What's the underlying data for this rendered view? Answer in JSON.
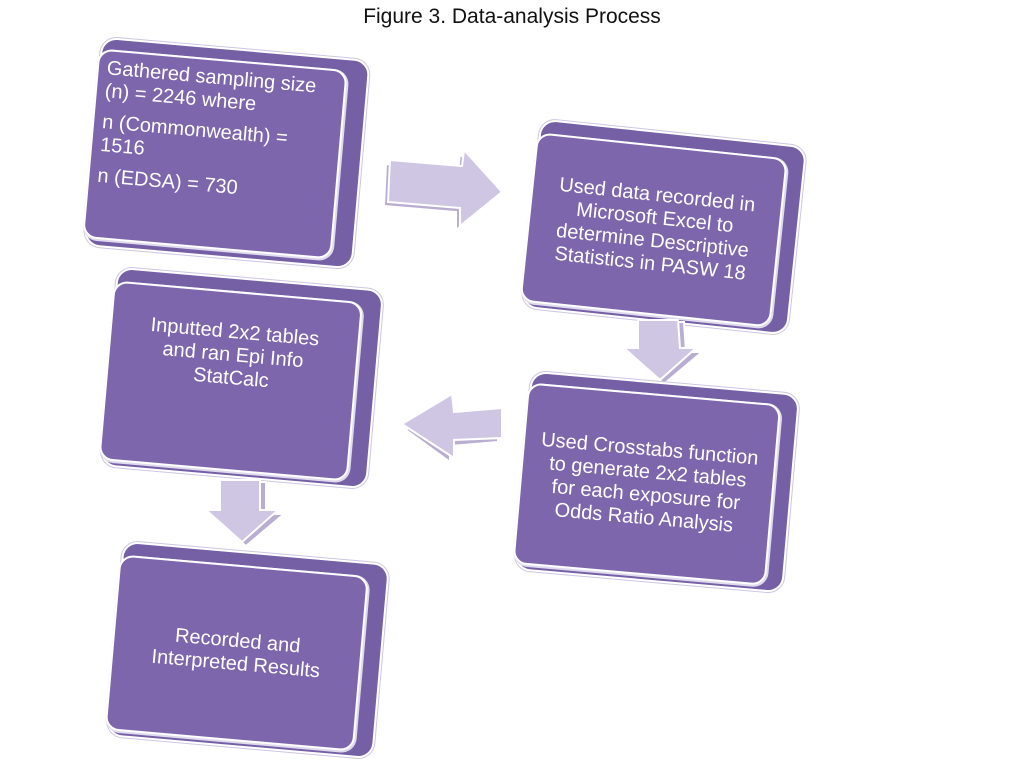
{
  "title": "Figure 3. Data-analysis Process",
  "boxes": {
    "b1": {
      "lines": [
        "Gathered sampling size (n) = 2246 where",
        "n (Commonwealth) = 1516",
        "n (EDSA) = 730"
      ]
    },
    "b2": {
      "text": "Used data recorded in Microsoft Excel to determine Descriptive Statistics in PASW 18"
    },
    "b3": {
      "text": "Used Crosstabs function to generate 2x2 tables for each exposure for Odds Ratio Analysis"
    },
    "b4": {
      "text": "Inputted 2x2 tables and ran Epi Info StatCalc"
    },
    "b5": {
      "text": "Recorded and Interpreted Results"
    }
  },
  "colors": {
    "box": "#7e66ad",
    "arrow": "#c6bcdb"
  }
}
